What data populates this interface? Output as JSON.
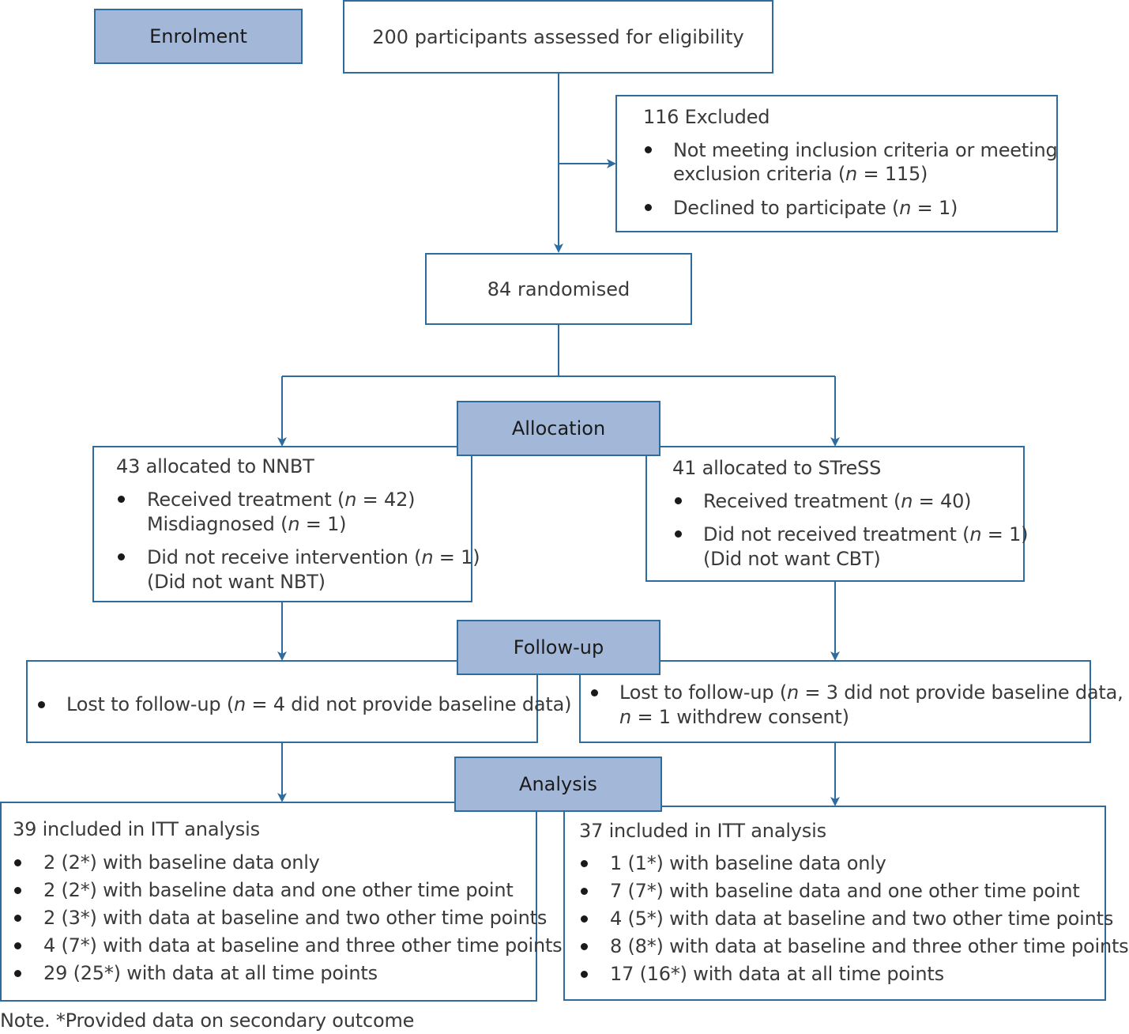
{
  "stages": {
    "enrolment": "Enrolment",
    "allocation": "Allocation",
    "followup": "Follow-up",
    "analysis": "Analysis"
  },
  "assessed": "200 participants assessed for eligibility",
  "excluded": {
    "title": "116 Excluded",
    "item1_line1": "Not meeting inclusion criteria or meeting",
    "item1_line2_pre": "exclusion criteria (",
    "item1_line2_post": " = 115)",
    "item2_pre": "Declined to participate (",
    "item2_post": " = 1)"
  },
  "randomised": "84 randomised",
  "nnbt": {
    "title": "43 allocated to NNBT",
    "item1_pre": "Received treatment (",
    "item1_post": " = 42)",
    "item1_line2_pre": "Misdiagnosed (",
    "item1_line2_post": " = 1)",
    "item2_pre": "Did not receive intervention (",
    "item2_post": " = 1)",
    "item2_line2": "(Did not want NBT)"
  },
  "stress": {
    "title": "41 allocated to STreSS",
    "item1_pre": "Received treatment (",
    "item1_post": " = 40)",
    "item2_pre": "Did not received treatment (",
    "item2_post": " = 1)",
    "item2_line2": "(Did not want CBT)"
  },
  "followup_left": {
    "pre": "Lost to follow-up (",
    "post": " = 4 did not provide baseline data)"
  },
  "followup_right": {
    "line1_pre": "Lost to follow-up (",
    "line1_post": " = 3 did not provide baseline data,",
    "line2_post": " = 1 withdrew consent)"
  },
  "n": "n",
  "analysis_left": {
    "title": "39 included in ITT analysis",
    "items": [
      "2 (2*) with baseline data only",
      "2 (2*) with baseline data and one other time point",
      "2 (3*) with data at baseline and two other time points",
      "4 (7*) with data at baseline and three other time points",
      "29 (25*) with data at all time points"
    ]
  },
  "analysis_right": {
    "title": "37 included in ITT analysis",
    "items": [
      "1 (1*) with baseline data only",
      "7 (7*) with baseline data and one other time point",
      "4 (5*) with data at baseline and two other time points",
      "8 (8*) with data at baseline and three other time points",
      "17 (16*) with data at all time points"
    ]
  },
  "note": "Note. *Provided data on secondary outcome",
  "colors": {
    "line": "#2e6b9e",
    "stage_fill": "#a3b8d8"
  }
}
